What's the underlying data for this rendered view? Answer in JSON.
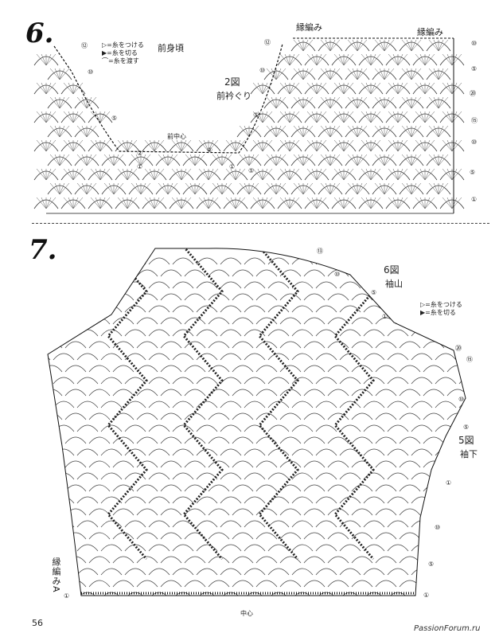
{
  "section6": {
    "step": "6.",
    "title": "前身頃",
    "fig": "2図",
    "fig_caption": "前衿ぐり",
    "front_center": "前中心",
    "edge_label_1": "縁編み",
    "edge_label_2": "縁編み",
    "legend": [
      "▷=糸をつける",
      "▶=糸を切る",
      "⌒=糸を渡す"
    ],
    "row_markers_left": [
      "⑫",
      "⑩",
      "⑤",
      "②",
      "①"
    ],
    "row_markers_right": [
      "⑫",
      "⑩",
      "⑤",
      "⑳",
      "⑮",
      "⑩",
      "⑤",
      "①"
    ],
    "row_markers_center": [
      "⑩",
      "⑤",
      "②",
      "①",
      "⑤"
    ]
  },
  "section7": {
    "step": "7.",
    "fig6": "6図",
    "fig6_caption": "袖山",
    "fig5": "5図",
    "fig5_caption": "袖下",
    "edge_a": "縁編みA",
    "center": "中心",
    "legend": [
      "▷=糸をつける",
      "▶=糸を切る"
    ],
    "row_markers_right": [
      "⑬",
      "⑩",
      "⑤",
      "①",
      "⑳",
      "⑮",
      "⑩",
      "⑤",
      "①",
      "⑩",
      "⑤",
      "①"
    ],
    "row_marker_left": "①"
  },
  "page_number": "56",
  "watermark": "PassionForum.ru"
}
